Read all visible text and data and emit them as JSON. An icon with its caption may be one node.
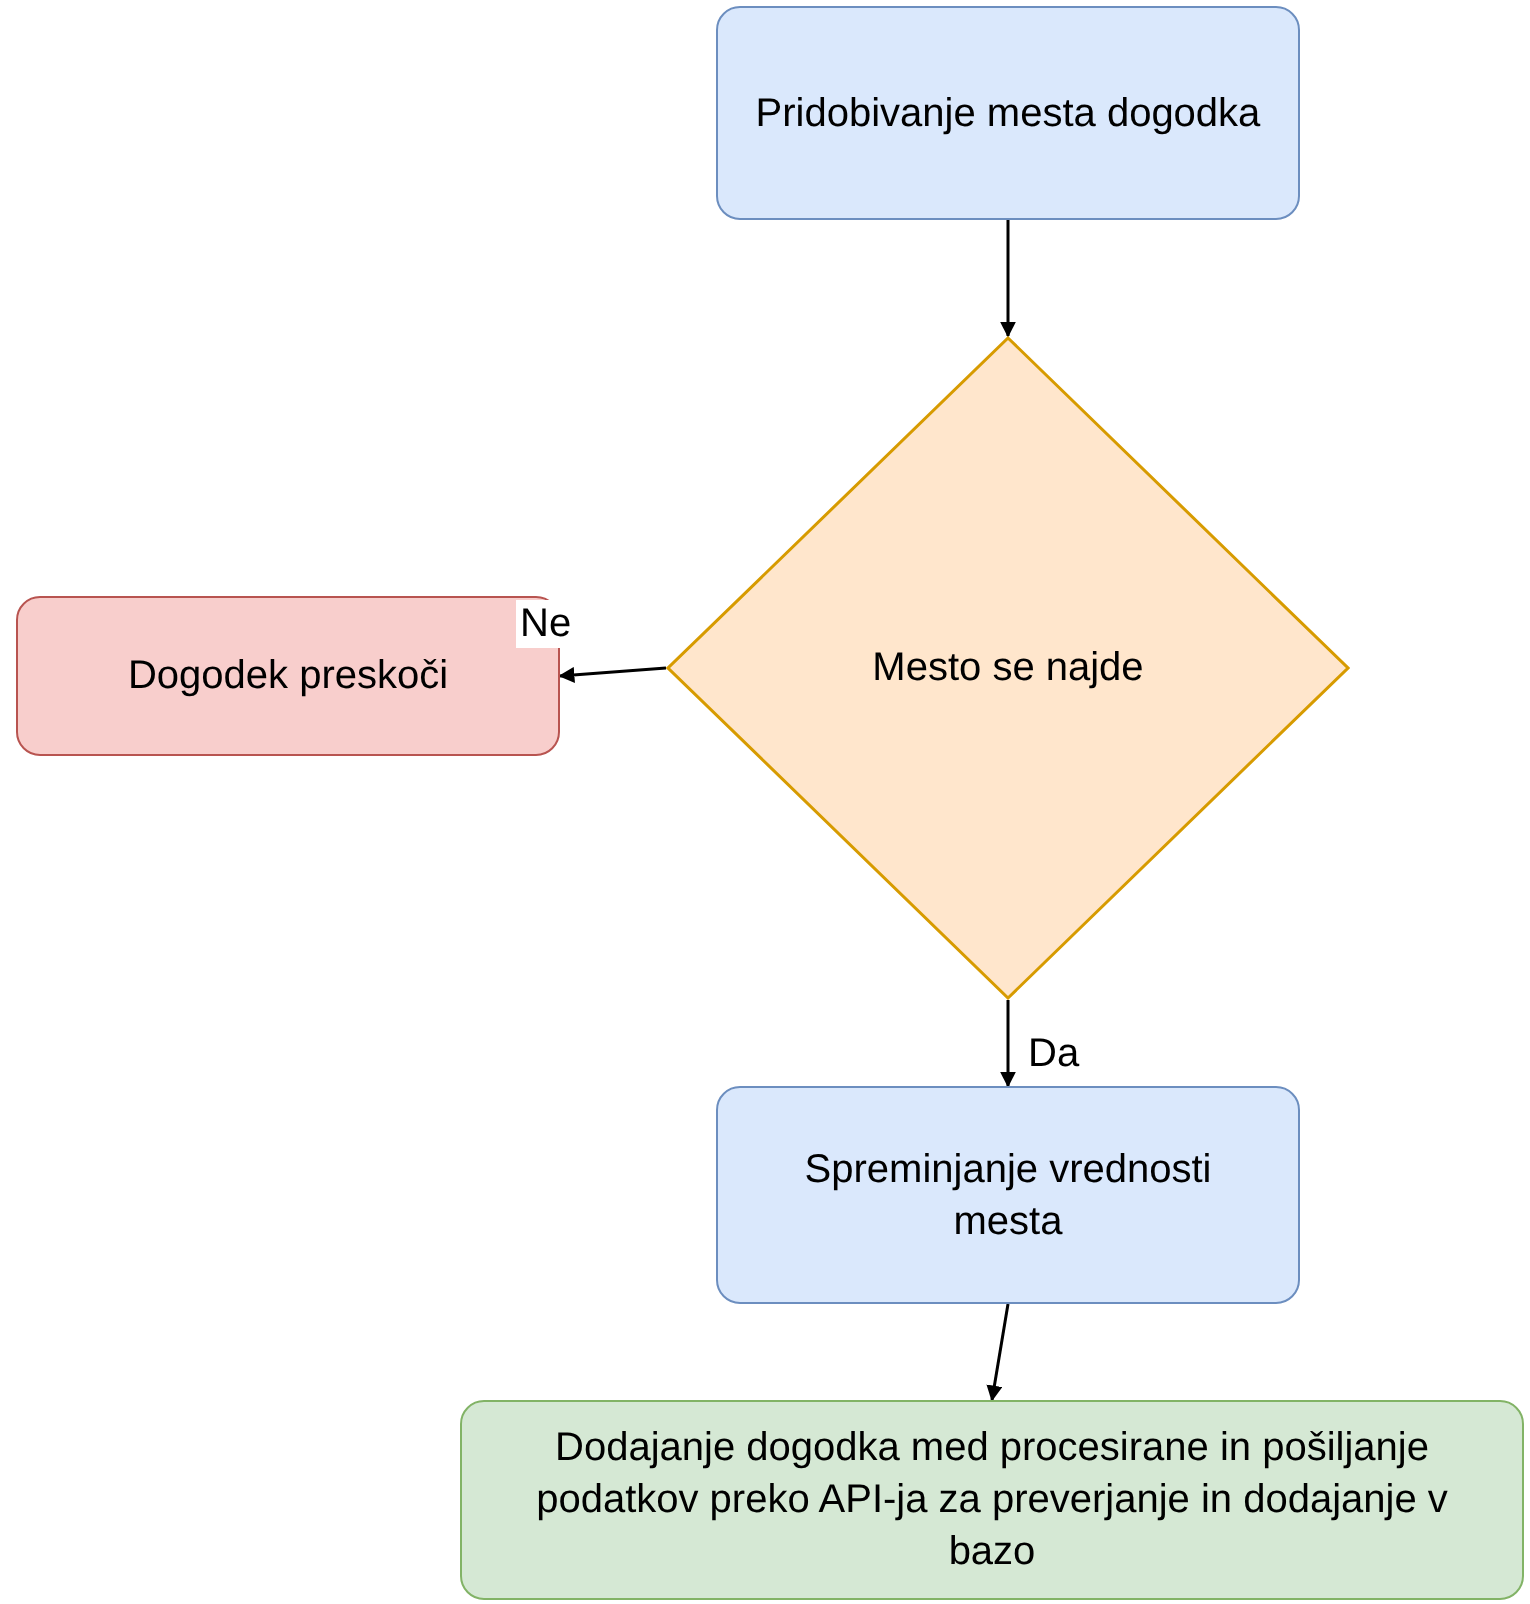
{
  "diagram": {
    "nodes": [
      {
        "text": [
          "Pridobivanje mesta dogodka"
        ]
      },
      {
        "text": [
          "Mesto se najde"
        ]
      },
      {
        "text": [
          "Dogodek preskoči"
        ]
      },
      {
        "text": [
          "Spreminjanje vrednosti mesta"
        ]
      },
      {
        "text": [
          "Dodajanje dogodka med procesirane in pošiljanje podatkov preko API-ja za preverjanje in dodajanje v bazo"
        ]
      }
    ],
    "edges": [
      {
        "from": 0,
        "to": 1,
        "arrow": "to"
      },
      {
        "from": 1,
        "to": 2,
        "arrow": "to",
        "label": "Ne"
      },
      {
        "from": 1,
        "to": 3,
        "arrow": "to",
        "label": "Da"
      },
      {
        "from": 3,
        "to": 4,
        "arrow": "to"
      }
    ]
  }
}
